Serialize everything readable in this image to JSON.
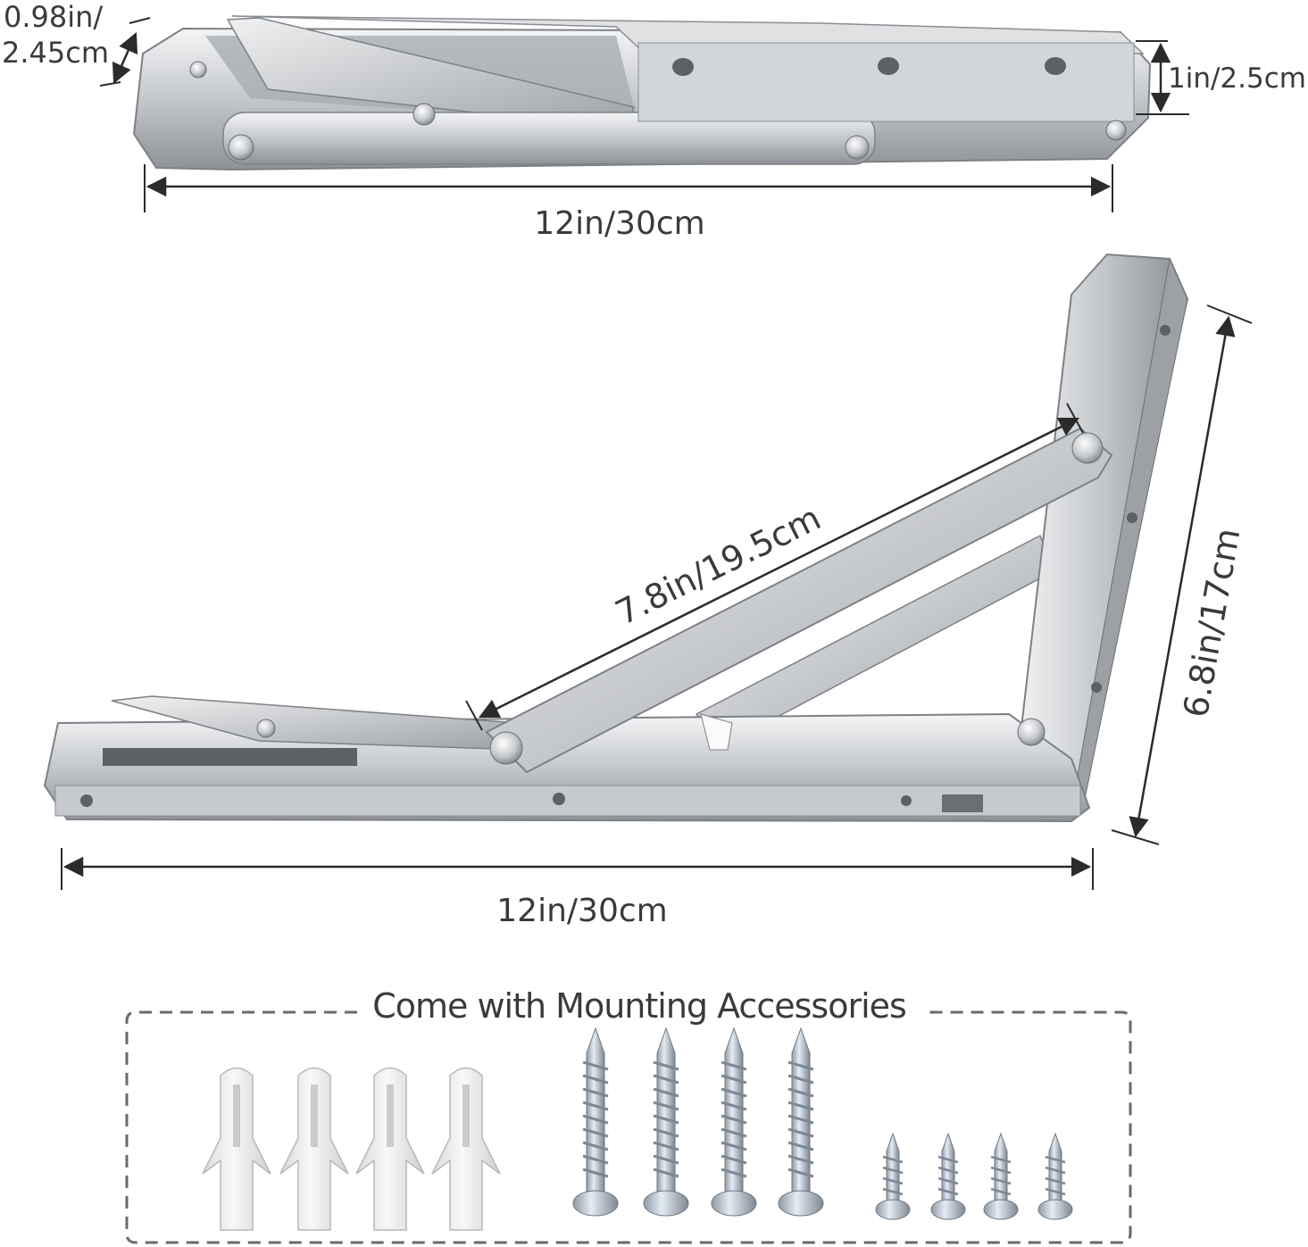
{
  "folded_bracket": {
    "depth_label_line1": "0.98in/",
    "depth_label_line2": "2.45cm",
    "height_label": "1in/2.5cm",
    "length_label": "12in/30cm"
  },
  "open_bracket": {
    "brace_label": "7.8in/19.5cm",
    "vertical_label": "6.8in/17cm",
    "length_label": "12in/30cm"
  },
  "accessories": {
    "title": "Come with Mounting Accessories",
    "anchors_count": 4,
    "long_screws_count": 4,
    "short_screws_count": 4
  },
  "colors": {
    "steel_light": "#e6e7e9",
    "steel_mid": "#b9bcc0",
    "steel_dark": "#7d8186",
    "dimension_line": "#2b2b2b",
    "text": "#3a3a3a",
    "anchor_plastic": "#eef0ef",
    "screw_zinc": "#b7c2cc"
  }
}
